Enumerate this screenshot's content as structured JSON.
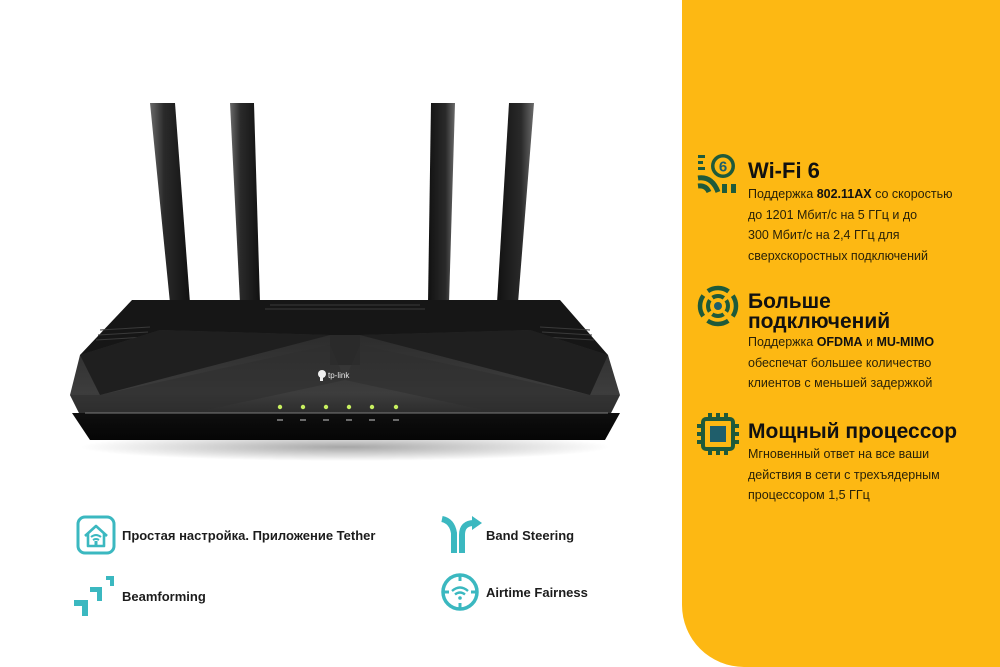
{
  "colors": {
    "panel_yellow": "#FDB813",
    "icon_green": "#1F5A3A",
    "icon_teal_dark": "#1F5E6B",
    "feature_teal": "#3BB8C0",
    "led_green": "#C8F060"
  },
  "router": {
    "brand_logo_text": "tp-link",
    "antenna_count": 4,
    "led_count": 6
  },
  "specs": [
    {
      "icon": "wifi6-icon",
      "title": "Wi-Fi 6",
      "desc_line1_pre": "Поддержка ",
      "desc_line1_bold": "802.11AX",
      "desc_line1_post": " со скоростью",
      "desc_line2": "до 1201 Мбит/с на 5 ГГц и до",
      "desc_line3": "300 Мбит/с на 2,4 ГГц для",
      "desc_line4": "сверхскоростных подключений"
    },
    {
      "icon": "connections-icon",
      "title_line1": "Больше",
      "title_line2": "подключений",
      "desc_line1_pre": "Поддержка ",
      "desc_line1_bold1": "OFDMA",
      "desc_line1_mid": " и ",
      "desc_line1_bold2": "MU-MIMO",
      "desc_line2": "обеспечат большее количество",
      "desc_line3": "клиентов с меньшей задержкой"
    },
    {
      "icon": "processor-icon",
      "title": "Мощный процессор",
      "desc_line1": "Мгновенный ответ на все ваши",
      "desc_line2": "действия в сети с трехъядерным",
      "desc_line3": "процессором 1,5 ГГц"
    }
  ],
  "features": [
    {
      "icon": "tether-app-icon",
      "label": "Простая настройка. Приложение Tether"
    },
    {
      "icon": "band-steering-icon",
      "label": "Band Steering"
    },
    {
      "icon": "beamforming-icon",
      "label": "Beamforming"
    },
    {
      "icon": "airtime-fairness-icon",
      "label": "Airtime Fairness"
    }
  ]
}
